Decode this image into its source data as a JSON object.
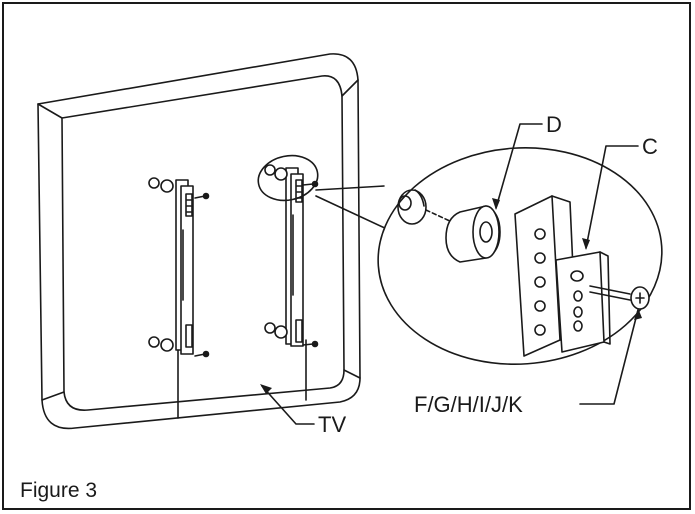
{
  "labels": {
    "d": "D",
    "c": "C",
    "hardware": "F/G/H/I/J/K",
    "tv": "TV"
  },
  "caption": "Figure 3",
  "colors": {
    "line": "#1a1a1a",
    "background": "#ffffff"
  }
}
